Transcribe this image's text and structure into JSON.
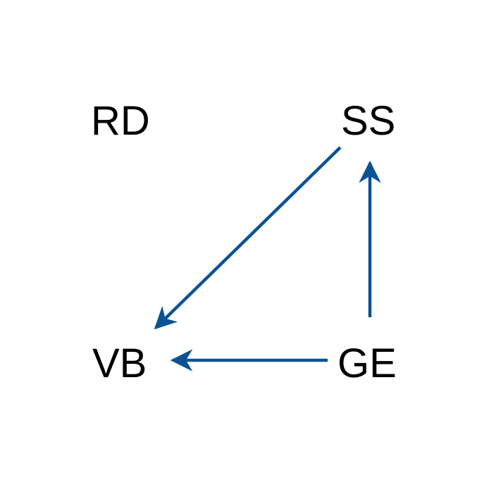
{
  "nodes": [
    {
      "id": "RD",
      "label": "RD"
    },
    {
      "id": "SS",
      "label": "SS"
    },
    {
      "id": "VB",
      "label": "VB"
    },
    {
      "id": "GE",
      "label": "GE"
    }
  ],
  "edges": [
    {
      "from": "SS",
      "to": "VB"
    },
    {
      "from": "GE",
      "to": "SS"
    },
    {
      "from": "GE",
      "to": "VB"
    }
  ],
  "colors": {
    "edge": "#0b5394",
    "text": "#000000",
    "background": "#ffffff"
  }
}
